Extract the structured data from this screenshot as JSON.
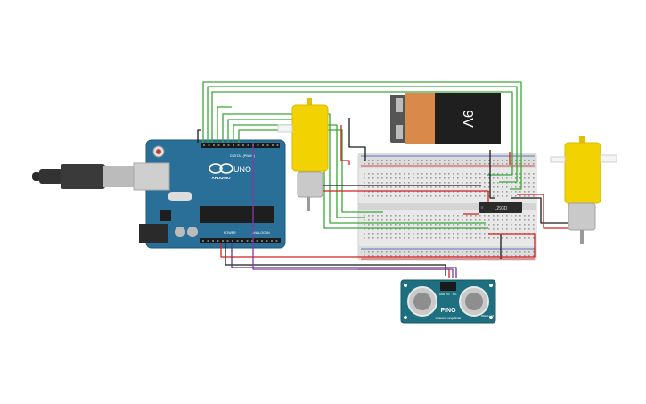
{
  "arduino": {
    "brand": "ARDUINO",
    "model": "UNO",
    "header_digital": "DIGITAL (PWM~)",
    "header_power": "POWER",
    "header_analog": "ANALOG IN"
  },
  "battery": {
    "label": "9V"
  },
  "driver_ic": {
    "label": "L293D"
  },
  "sensor": {
    "label": "PING",
    "pins": [
      "GND",
      "5V",
      "SIG"
    ],
    "brand": "PARALLAX",
    "caption": "ultrasonic rangefinder"
  },
  "colors": {
    "wire_green": "#3aa63a",
    "wire_red": "#d42020",
    "wire_black": "#1a1a1a",
    "wire_purple": "#7b3fa0",
    "arduino_blue": "#2a6f97",
    "motor_yellow": "#f2d200",
    "battery_orange": "#d98a4a",
    "sensor_teal": "#1e6f80"
  }
}
